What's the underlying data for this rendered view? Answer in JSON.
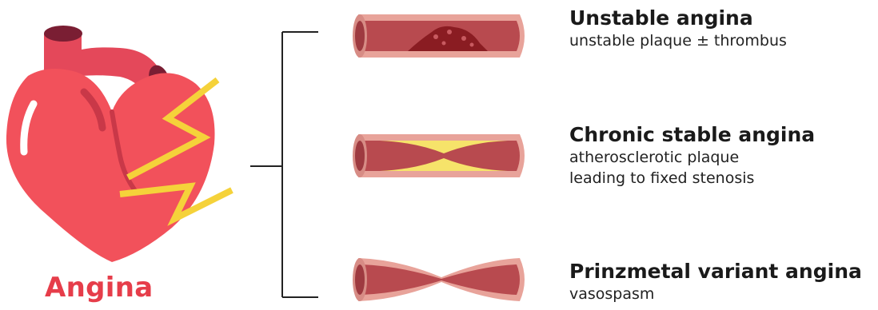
{
  "caption": "Angina",
  "types": [
    {
      "title": "Unstable angina",
      "lines": [
        "unstable plaque ± thrombus"
      ]
    },
    {
      "title": "Chronic stable angina",
      "lines": [
        "atherosclerotic plaque",
        "leading to fixed stenosis"
      ]
    },
    {
      "title": "Prinzmetal variant angina",
      "lines": [
        "vasospasm"
      ]
    }
  ],
  "colors": {
    "heart": "#f2515b",
    "heart_dark": "#c93848",
    "aorta_inner": "#7a1e33",
    "bolt": "#f5d23a",
    "caption": "#e63d4a",
    "vessel_wall": "#e8a39a",
    "vessel_lumen": "#b84a4f",
    "plaque": "#f6e36a",
    "thrombus": "#8a1c22"
  }
}
